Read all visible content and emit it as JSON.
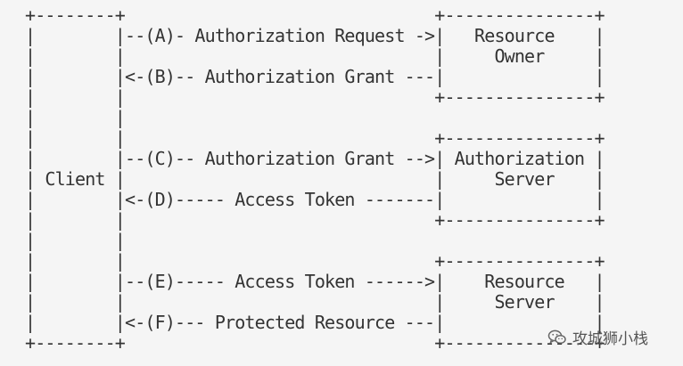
{
  "diagram": {
    "lines": [
      "+--------+                               +---------------+",
      "|        |--(A)- Authorization Request ->|   Resource    |",
      "|        |                               |     Owner     |",
      "|        |<-(B)-- Authorization Grant ---|               |",
      "|        |                               +---------------+",
      "|        |",
      "|        |                               +---------------+",
      "|        |--(C)-- Authorization Grant -->| Authorization |",
      "| Client |                               |     Server    |",
      "|        |<-(D)----- Access Token -------|               |",
      "|        |                               +---------------+",
      "|        |",
      "|        |                               +---------------+",
      "|        |--(E)----- Access Token ------>|    Resource   |",
      "|        |                               |     Server    |",
      "|        |<-(F)--- Protected Resource ---|               |",
      "+--------+                               +---------------+"
    ]
  },
  "watermark": {
    "text": "攻城狮小栈",
    "icon": "wechat-icon"
  }
}
